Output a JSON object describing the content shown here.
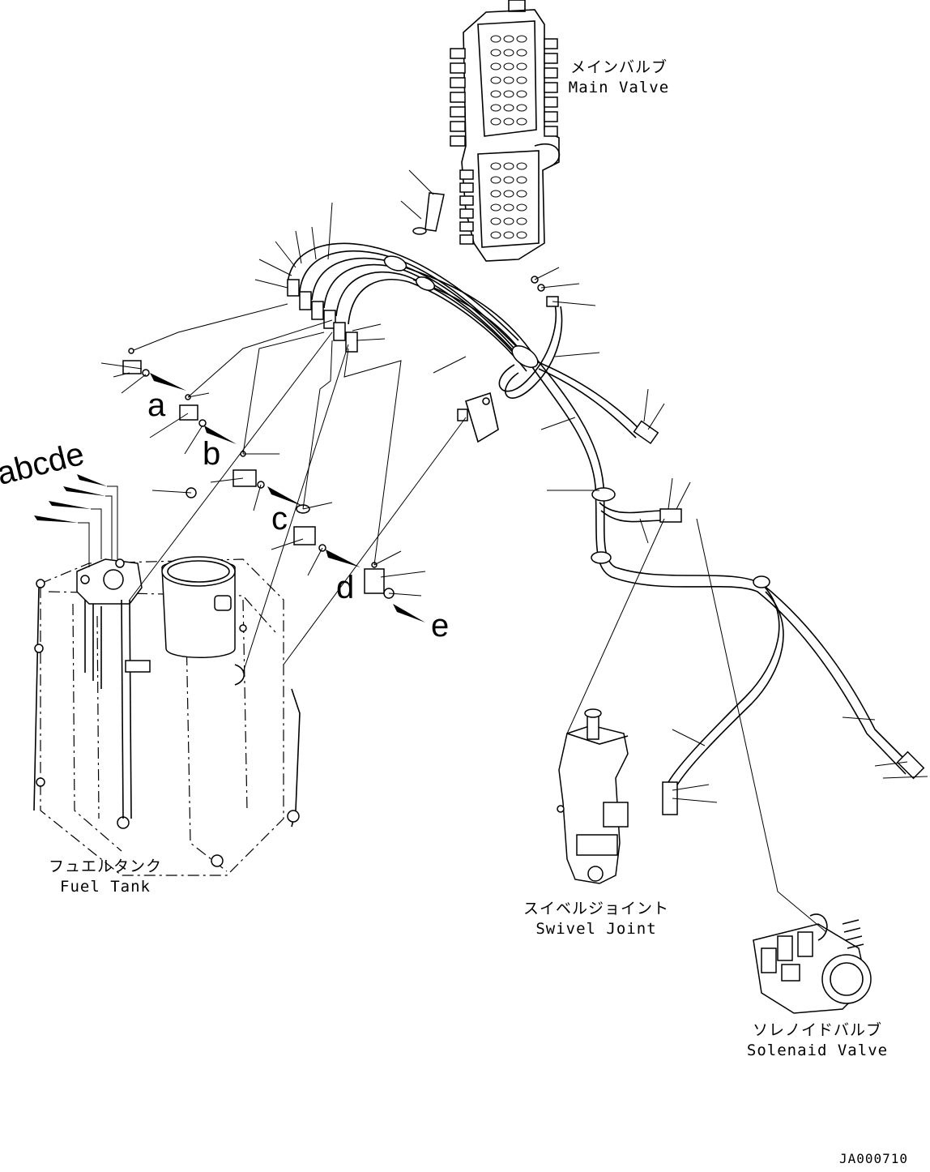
{
  "components": {
    "main_valve": {
      "jp": "メインバルブ",
      "en": "Main Valve"
    },
    "fuel_tank": {
      "jp": "フュエルタンク",
      "en": "Fuel Tank"
    },
    "swivel_joint": {
      "jp": "スイベルジョイント",
      "en": "Swivel Joint"
    },
    "solenoid_valve": {
      "jp": "ソレノイドバルブ",
      "en": "Solenaid Valve"
    }
  },
  "connection_letters": [
    "a",
    "b",
    "c",
    "d",
    "e"
  ],
  "tank_letters": "abcde",
  "drawing_code": "JA000710"
}
